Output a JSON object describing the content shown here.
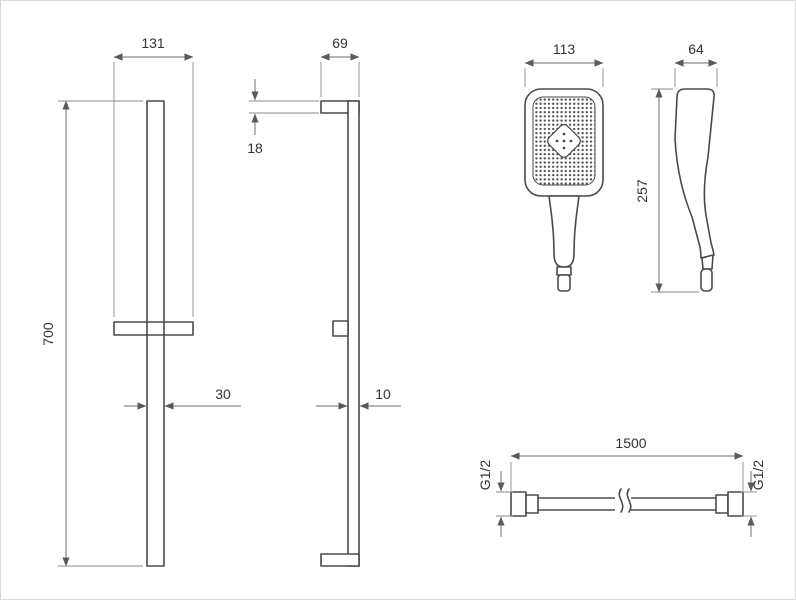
{
  "colors": {
    "line": "#4a4a4a",
    "dimension": "#6e6e6e",
    "background": "#ffffff"
  },
  "views": {
    "rail_front": {
      "holder_width_label": "131",
      "height_label": "700",
      "bar_width_label": "30"
    },
    "rail_side": {
      "depth_label": "69",
      "bracket_thickness_label": "18",
      "bar_depth_label": "10"
    },
    "handshower_front": {
      "width_label": "113"
    },
    "handshower_side": {
      "width_label": "64",
      "height_label": "257"
    },
    "hose": {
      "length_label": "1500",
      "thread_left_label": "G1/2",
      "thread_right_label": "G1/2"
    }
  }
}
